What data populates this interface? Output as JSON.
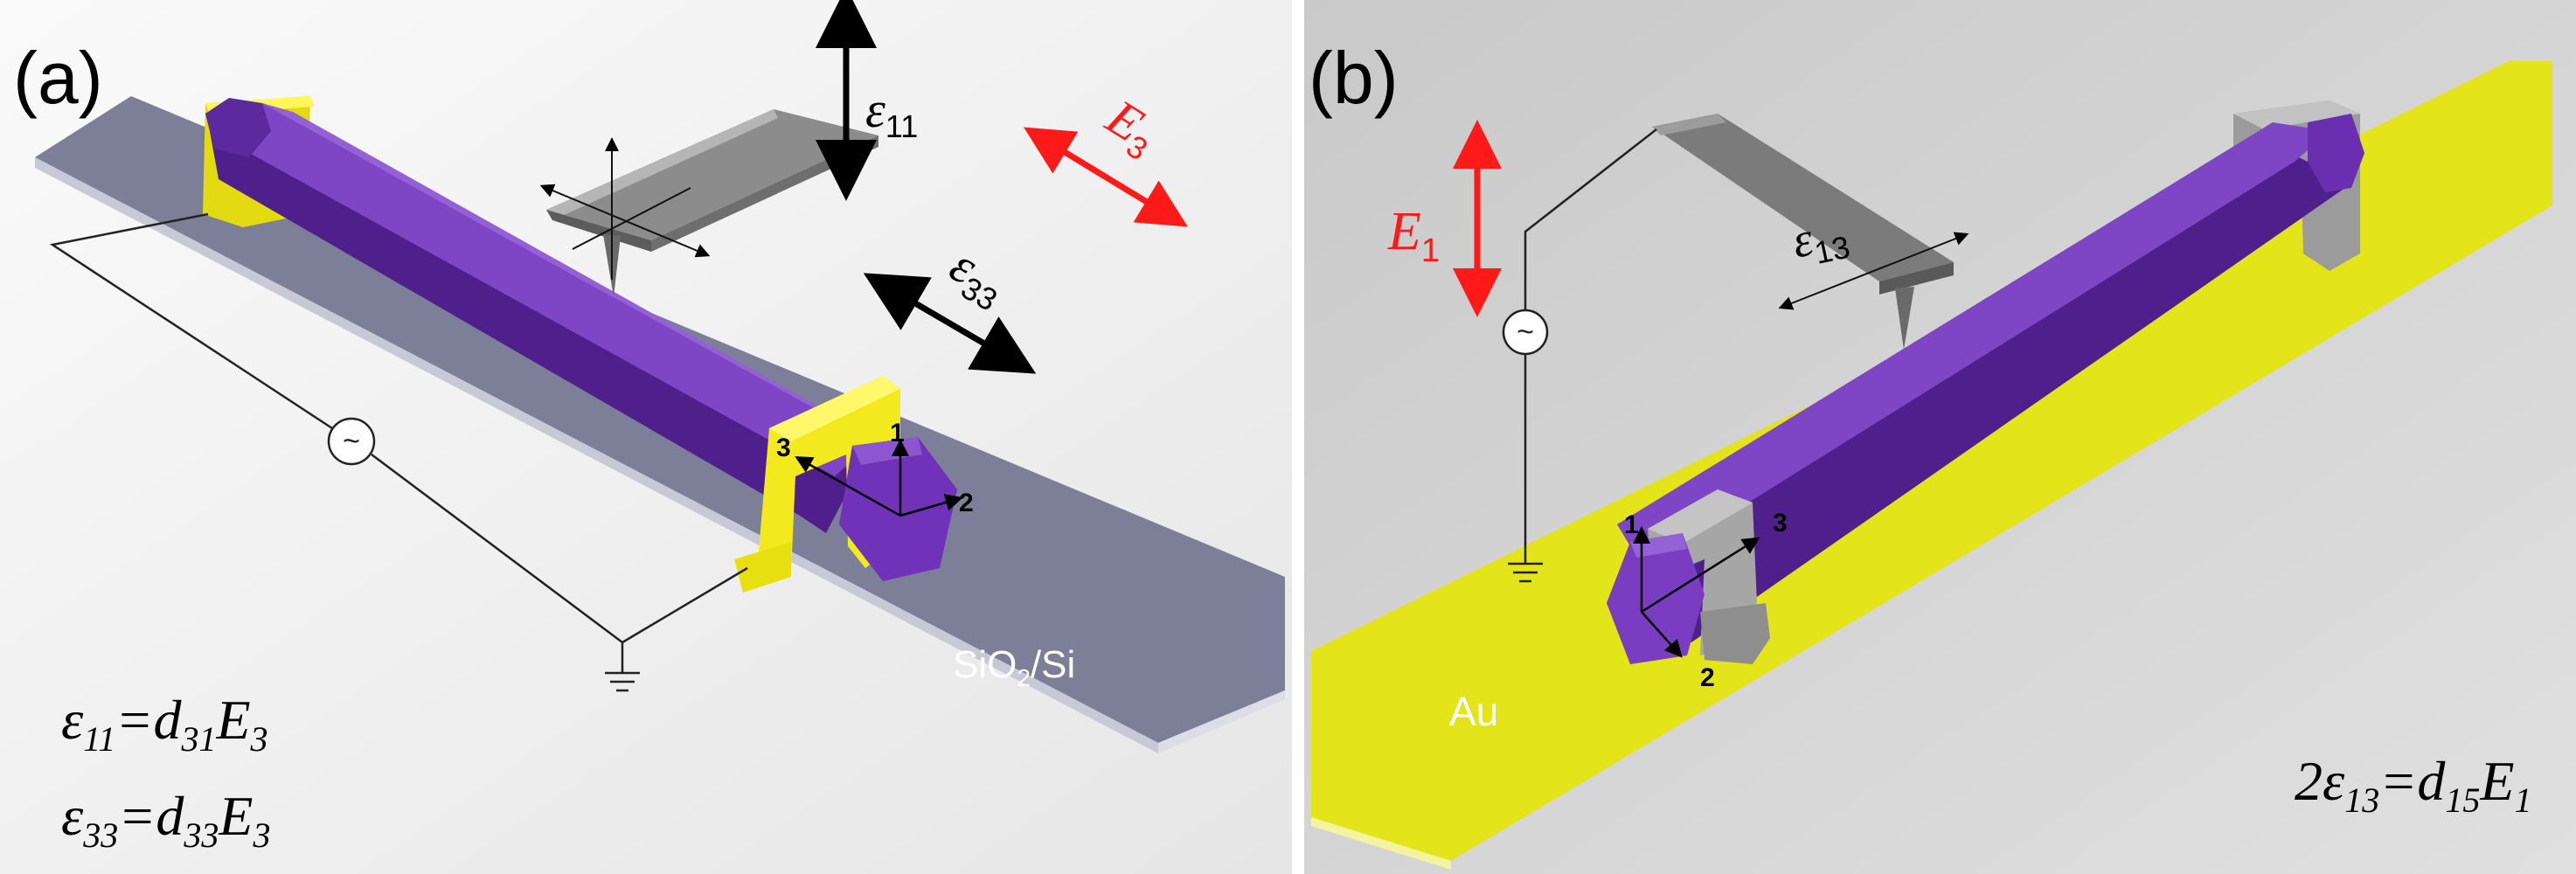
{
  "panel_a": {
    "label": "(a)",
    "substrate_label": {
      "main": "SiO",
      "sub": "2",
      "rest": "/Si"
    },
    "strain_11": {
      "sym": "ε",
      "sub": "11"
    },
    "strain_33": {
      "sym": "ε",
      "sub": "33"
    },
    "field_3": {
      "sym": "E",
      "sub": "3"
    },
    "axes": {
      "a1": "1",
      "a2": "2",
      "a3": "3"
    },
    "eq1": {
      "l": "ε",
      "l_sub": "11",
      "eq": "=d",
      "d_sub": "31",
      "E": "E",
      "E_sub": "3"
    },
    "eq2": {
      "l": "ε",
      "l_sub": "33",
      "eq": "=d",
      "d_sub": "33",
      "E": "E",
      "E_sub": "3"
    },
    "ac_symbol": "~"
  },
  "panel_b": {
    "label": "(b)",
    "substrate_label": "Au",
    "strain_13": {
      "sym": "ε",
      "sub": "13"
    },
    "field_1": {
      "sym": "E",
      "sub": "1"
    },
    "axes": {
      "a1": "1",
      "a2": "2",
      "a3": "3"
    },
    "eq": {
      "pre": "2ε",
      "l_sub": "13",
      "eq": "=d",
      "d_sub": "15",
      "E": "E",
      "E_sub": "1"
    },
    "ac_symbol": "~"
  },
  "colors": {
    "nanowire": "#6a2fb0",
    "nanowire_top": "#7e46c4",
    "nanowire_side": "#4f1f8c",
    "electrode_a": "#f2ea1e",
    "electrode_b": "#9b9b9b",
    "substrate_a": "#7d7f99",
    "substrate_b": "#e4e41a",
    "field_arrow": "#ff1a1a",
    "panel_a_bg": "#f3f3f3",
    "panel_b_bg": "#d8d8d8"
  }
}
